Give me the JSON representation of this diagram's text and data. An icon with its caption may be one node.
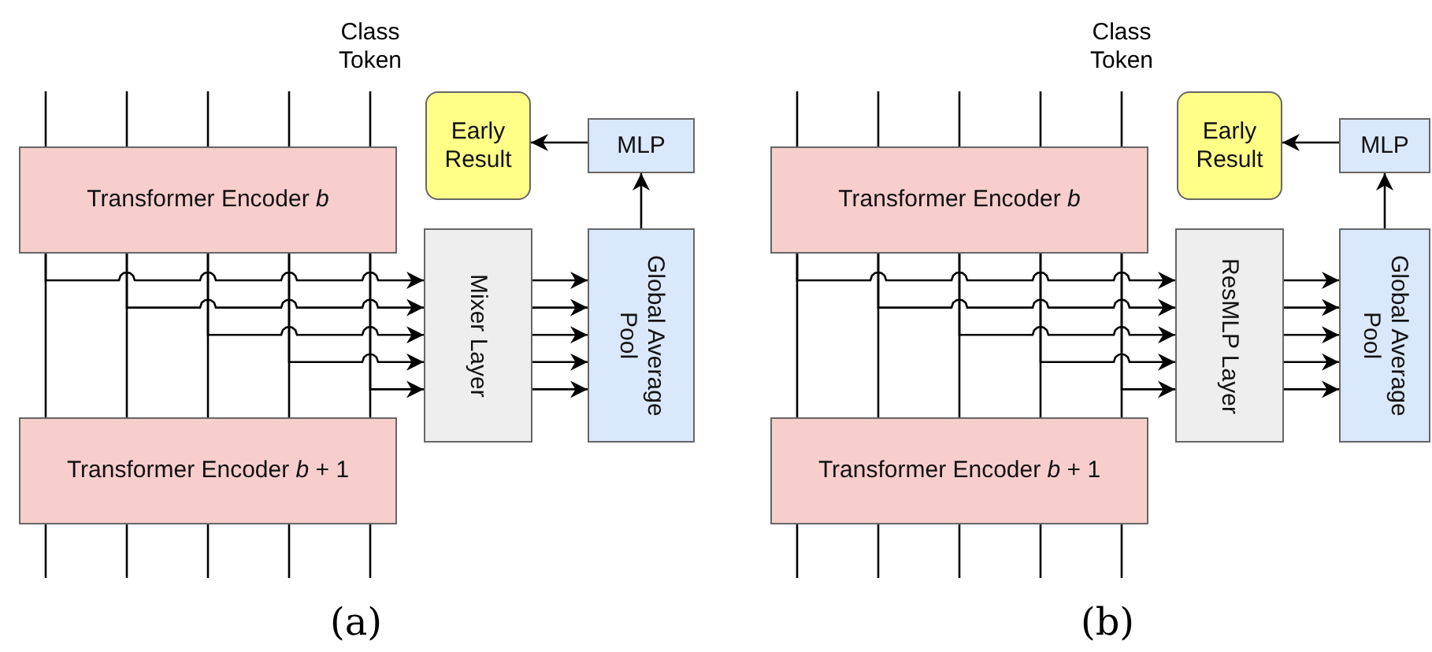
{
  "diagram": {
    "nodes": [
      {
        "text": [
          "Transformer Encoder *b*"
        ]
      },
      {
        "text": [
          "Early Result"
        ]
      },
      {
        "text": [
          "MLP"
        ]
      },
      {
        "text": [
          "Mixer Layer"
        ]
      },
      {
        "text": [
          "Global Average Pool"
        ]
      },
      {
        "text": [
          "Transformer Encoder *b* + 1"
        ]
      },
      {
        "text": [
          "Transformer Encoder *b*"
        ]
      },
      {
        "text": [
          "Early Result"
        ]
      },
      {
        "text": [
          "MLP"
        ]
      },
      {
        "text": [
          "ResMLP Layer"
        ]
      },
      {
        "text": [
          "Global Average Pool"
        ]
      },
      {
        "text": [
          "Transformer Encoder *b* + 1"
        ]
      }
    ],
    "edges": [
      {
        "from": null,
        "to": 0,
        "arrow": "none"
      },
      {
        "from": null,
        "to": 0,
        "arrow": "none"
      },
      {
        "from": null,
        "to": 0,
        "arrow": "none"
      },
      {
        "from": null,
        "to": 0,
        "arrow": "none"
      },
      {
        "from": null,
        "to": 0,
        "arrow": "none"
      },
      {
        "from": 0,
        "to": 5,
        "arrow": "none"
      },
      {
        "from": 0,
        "to": 5,
        "arrow": "none"
      },
      {
        "from": 0,
        "to": 5,
        "arrow": "none"
      },
      {
        "from": 0,
        "to": 5,
        "arrow": "none"
      },
      {
        "from": 0,
        "to": 5,
        "arrow": "none"
      },
      {
        "from": 0,
        "to": 3,
        "arrow": "to"
      },
      {
        "from": 0,
        "to": 3,
        "arrow": "to"
      },
      {
        "from": 0,
        "to": 3,
        "arrow": "to"
      },
      {
        "from": 0,
        "to": 3,
        "arrow": "to"
      },
      {
        "from": 0,
        "to": 3,
        "arrow": "to"
      },
      {
        "from": 3,
        "to": 4,
        "arrow": "to"
      },
      {
        "from": 3,
        "to": 4,
        "arrow": "to"
      },
      {
        "from": 3,
        "to": 4,
        "arrow": "to"
      },
      {
        "from": 3,
        "to": 4,
        "arrow": "to"
      },
      {
        "from": 3,
        "to": 4,
        "arrow": "to"
      },
      {
        "from": 4,
        "to": 2,
        "arrow": "to"
      },
      {
        "from": 2,
        "to": 1,
        "arrow": "to"
      },
      {
        "from": 5,
        "to": null,
        "arrow": "none"
      },
      {
        "from": 5,
        "to": null,
        "arrow": "none"
      },
      {
        "from": 5,
        "to": null,
        "arrow": "none"
      },
      {
        "from": 5,
        "to": null,
        "arrow": "none"
      },
      {
        "from": 5,
        "to": null,
        "arrow": "none"
      },
      {
        "from": null,
        "to": 6,
        "arrow": "none"
      },
      {
        "from": null,
        "to": 6,
        "arrow": "none"
      },
      {
        "from": null,
        "to": 6,
        "arrow": "none"
      },
      {
        "from": null,
        "to": 6,
        "arrow": "none"
      },
      {
        "from": null,
        "to": 6,
        "arrow": "none"
      },
      {
        "from": 6,
        "to": 11,
        "arrow": "none"
      },
      {
        "from": 6,
        "to": 11,
        "arrow": "none"
      },
      {
        "from": 6,
        "to": 11,
        "arrow": "none"
      },
      {
        "from": 6,
        "to": 11,
        "arrow": "none"
      },
      {
        "from": 6,
        "to": 11,
        "arrow": "none"
      },
      {
        "from": 6,
        "to": 9,
        "arrow": "to"
      },
      {
        "from": 6,
        "to": 9,
        "arrow": "to"
      },
      {
        "from": 6,
        "to": 9,
        "arrow": "to"
      },
      {
        "from": 6,
        "to": 9,
        "arrow": "to"
      },
      {
        "from": 6,
        "to": 9,
        "arrow": "to"
      },
      {
        "from": 9,
        "to": 10,
        "arrow": "to"
      },
      {
        "from": 9,
        "to": 10,
        "arrow": "to"
      },
      {
        "from": 9,
        "to": 10,
        "arrow": "to"
      },
      {
        "from": 9,
        "to": 10,
        "arrow": "to"
      },
      {
        "from": 9,
        "to": 10,
        "arrow": "to"
      },
      {
        "from": 10,
        "to": 8,
        "arrow": "to"
      },
      {
        "from": 8,
        "to": 7,
        "arrow": "to"
      },
      {
        "from": 11,
        "to": null,
        "arrow": "none"
      },
      {
        "from": 11,
        "to": null,
        "arrow": "none"
      },
      {
        "from": 11,
        "to": null,
        "arrow": "none"
      },
      {
        "from": 11,
        "to": null,
        "arrow": "none"
      },
      {
        "from": 11,
        "to": null,
        "arrow": "none"
      }
    ],
    "labels": [
      "Class Token",
      "Class Token",
      "(a)",
      "(b)"
    ]
  }
}
